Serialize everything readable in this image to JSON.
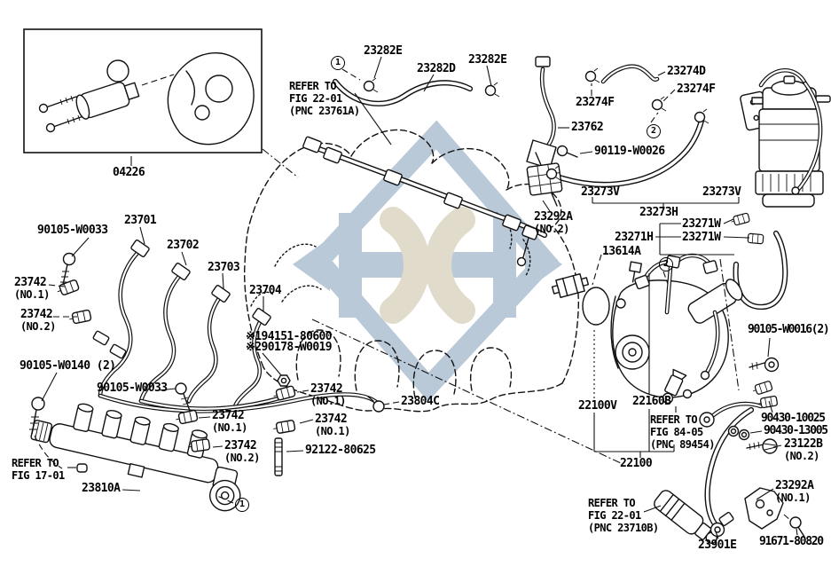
{
  "diagram_type": "parts-diagram",
  "colors": {
    "background": "#ffffff",
    "line": "#111111",
    "watermark_blue": "#b2c4d4",
    "watermark_beige": "#ded8c6"
  },
  "callouts": [
    {
      "t": "04226"
    },
    {
      "t": "1"
    },
    {
      "t": "23282E"
    },
    {
      "t": "23282D"
    },
    {
      "t": "23282E"
    },
    {
      "t": "REFER TO",
      "s": "FIG 22-01",
      "s2": "(PNC 23761A)"
    },
    {
      "t": "23274D"
    },
    {
      "t": "23274F"
    },
    {
      "t": "23274F"
    },
    {
      "t": "23762"
    },
    {
      "t": "2"
    },
    {
      "t": "90119-W0026"
    },
    {
      "t": "23273V"
    },
    {
      "t": "23273V"
    },
    {
      "t": "23273H"
    },
    {
      "t": "23292A",
      "s": "(NO.2)"
    },
    {
      "t": "23271W"
    },
    {
      "t": "23271H"
    },
    {
      "t": "23271W"
    },
    {
      "t": "13614A"
    },
    {
      "t": "2"
    },
    {
      "t": "23701"
    },
    {
      "t": "90105-W0033"
    },
    {
      "t": "23702"
    },
    {
      "t": "23703"
    },
    {
      "t": "23704"
    },
    {
      "t": "23742",
      "s": "(NO.1)"
    },
    {
      "t": "23742",
      "s": "(NO.2)"
    },
    {
      "t": "※194151-80600"
    },
    {
      "t": "※290178-W0019"
    },
    {
      "t": "23742",
      "s": "(NO.1)"
    },
    {
      "t": "23804C"
    },
    {
      "t": "23742",
      "s": "(NO.1)"
    },
    {
      "t": "23742",
      "s": "(NO.1)"
    },
    {
      "t": "23742",
      "s": "(NO.2)"
    },
    {
      "t": "92122-80625"
    },
    {
      "t": "90105-W0140 (2)"
    },
    {
      "t": "90105-W0033"
    },
    {
      "t": "REFER TO",
      "s": "FIG 17-01"
    },
    {
      "t": "23810A"
    },
    {
      "t": "1"
    },
    {
      "t": "22100V"
    },
    {
      "t": "22160B"
    },
    {
      "t": "REFER TO",
      "s": "FIG 84-05",
      "s2": "(PNC 89454)"
    },
    {
      "t": "22100"
    },
    {
      "t": "90105-W0016(2)"
    },
    {
      "t": "90430-10025"
    },
    {
      "t": "90430-13005"
    },
    {
      "t": "23122B",
      "s": "(NO.2)"
    },
    {
      "t": "23292A",
      "s": "(NO.1)"
    },
    {
      "t": "REFER TO",
      "s": "FIG 22-01",
      "s2": "(PNC 23710B)"
    },
    {
      "t": "23901E"
    },
    {
      "t": "91671-80820"
    }
  ]
}
